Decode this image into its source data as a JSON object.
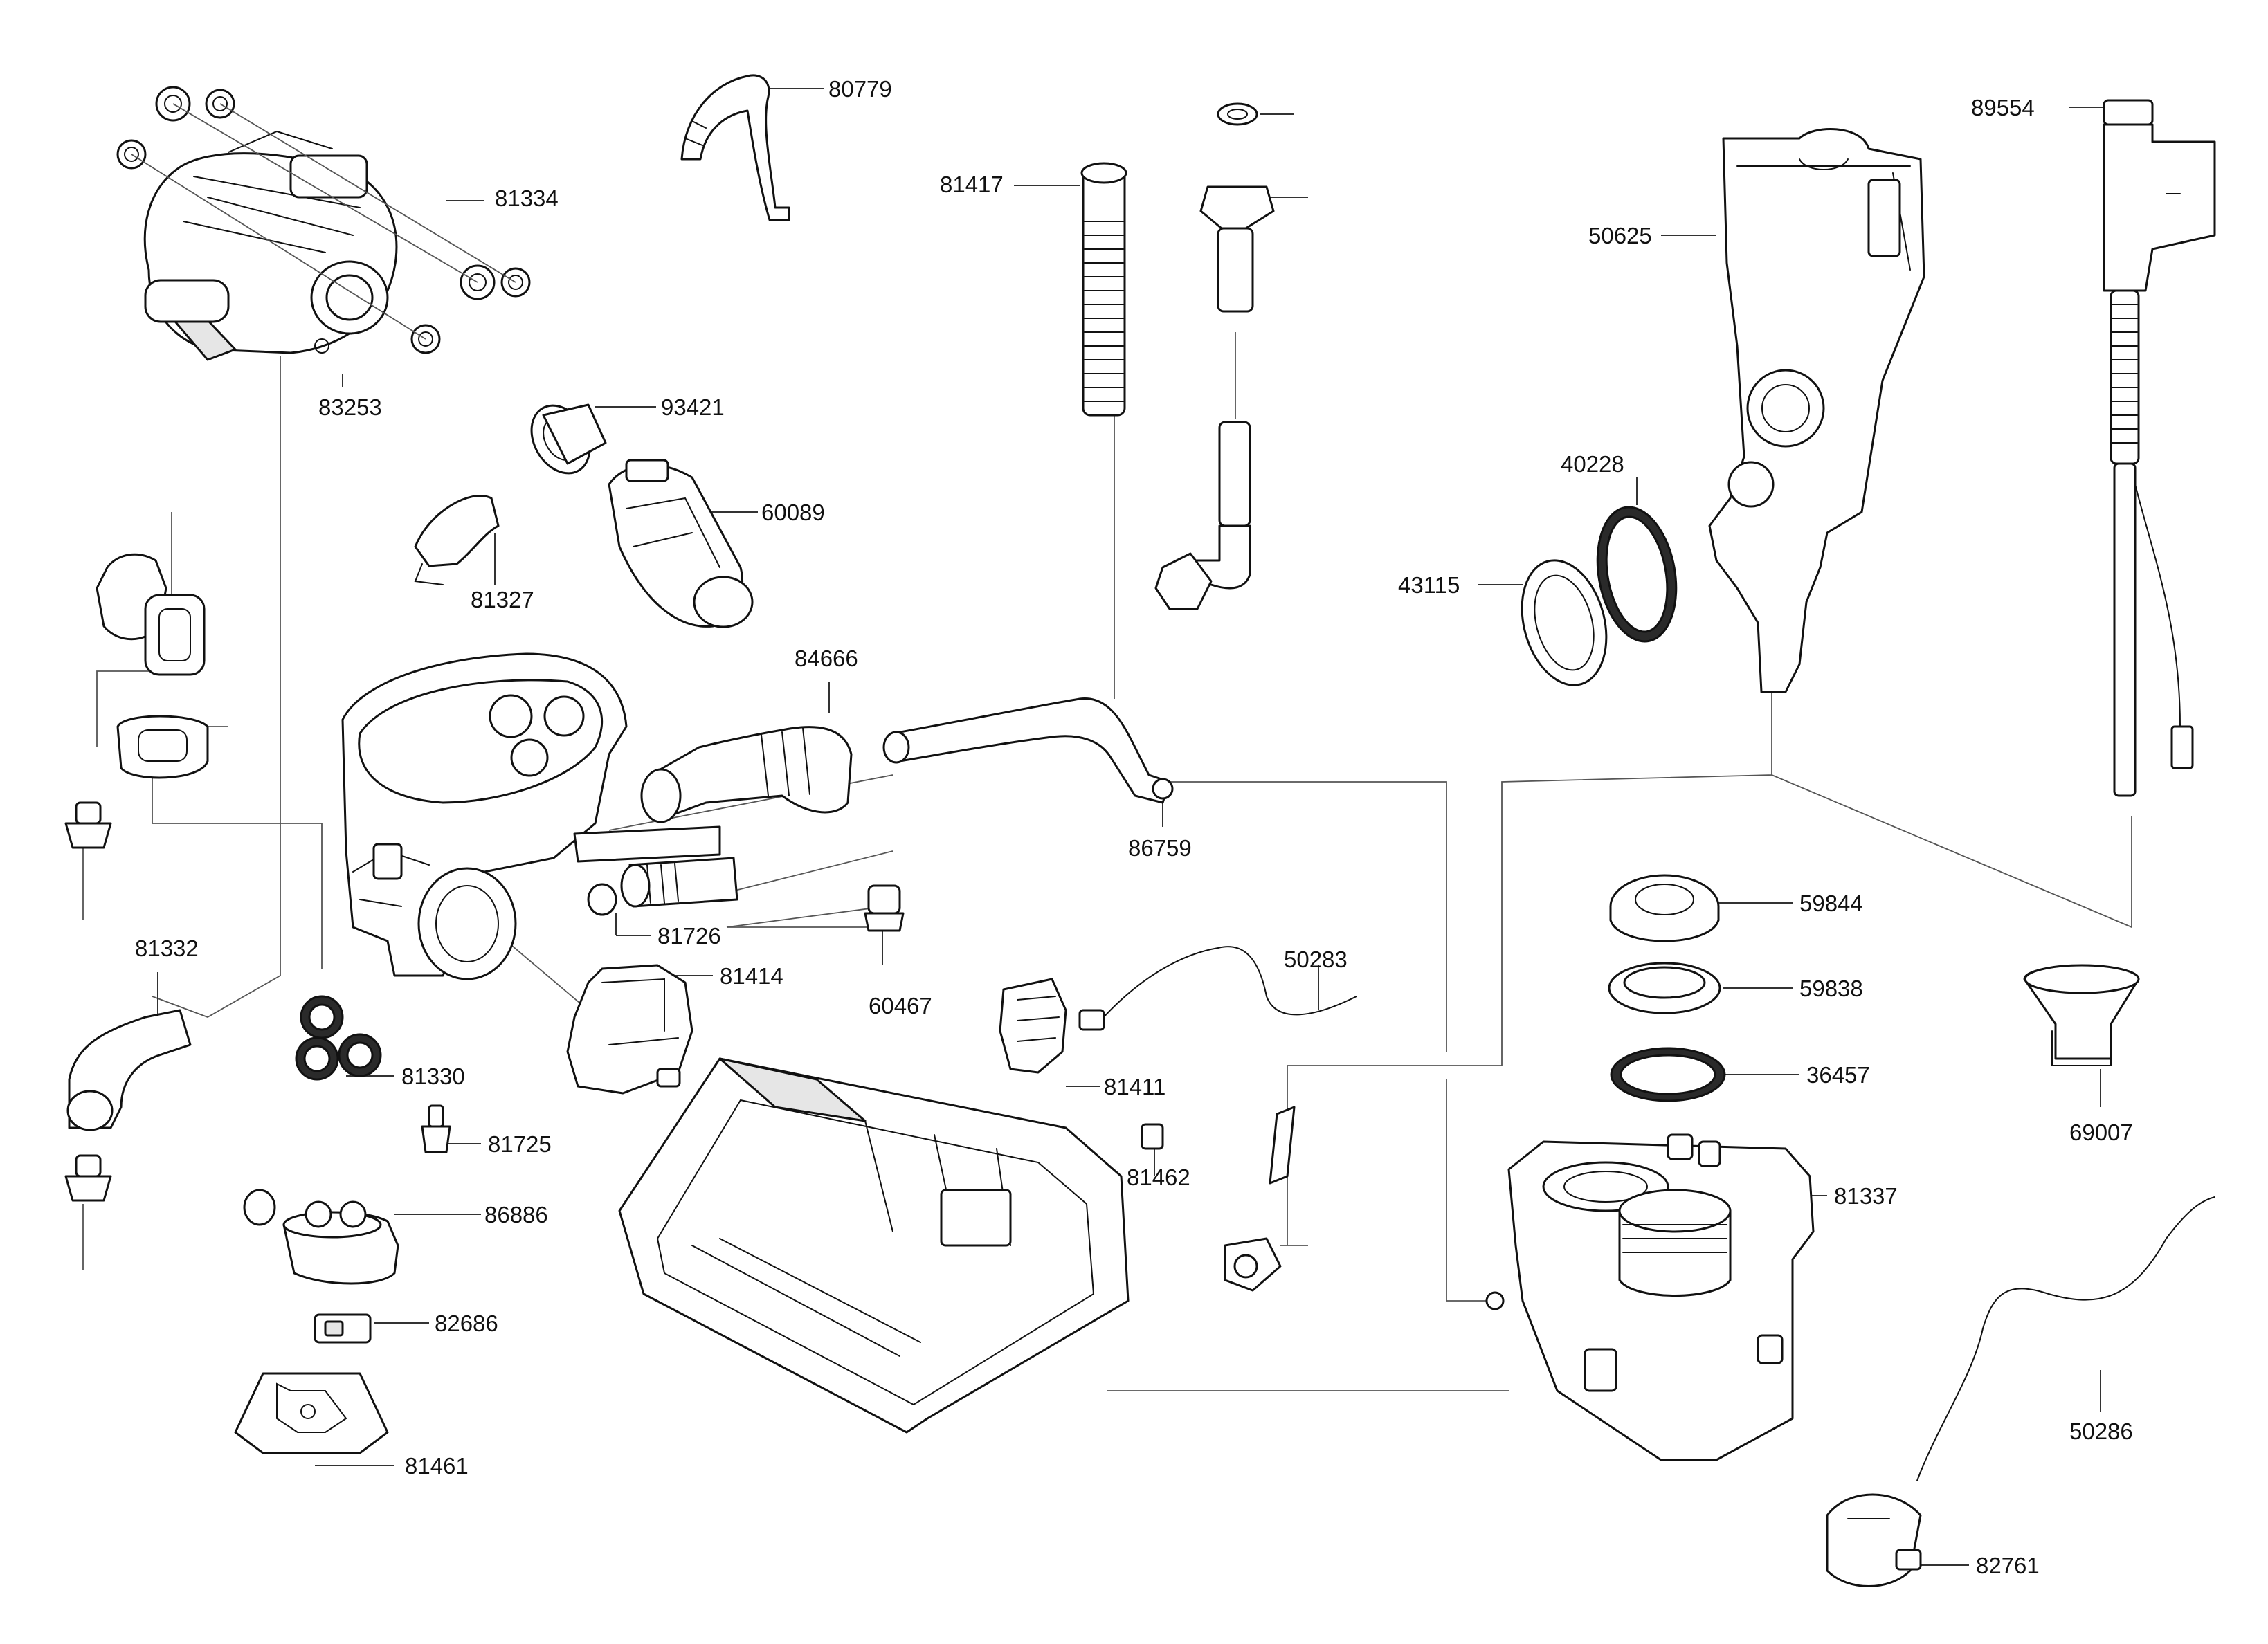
{
  "diagram": {
    "labels": {
      "80779": "80779",
      "81334": "81334",
      "83253": "83253",
      "93421": "93421",
      "60089": "60089",
      "81327": "81327",
      "81417": "81417",
      "50625": "50625",
      "89554": "89554",
      "40228": "40228",
      "43115": "43115",
      "84666": "84666",
      "86759": "86759",
      "81726": "81726",
      "60467": "60467",
      "81414": "81414",
      "81332": "81332",
      "81330": "81330",
      "81725": "81725",
      "86886": "86886",
      "82686": "82686",
      "81461": "81461",
      "50283": "50283",
      "81411": "81411",
      "81462": "81462",
      "59844": "59844",
      "59838": "59838",
      "36457": "36457",
      "81337": "81337",
      "69007": "69007",
      "50286": "50286",
      "82761": "82761"
    }
  }
}
